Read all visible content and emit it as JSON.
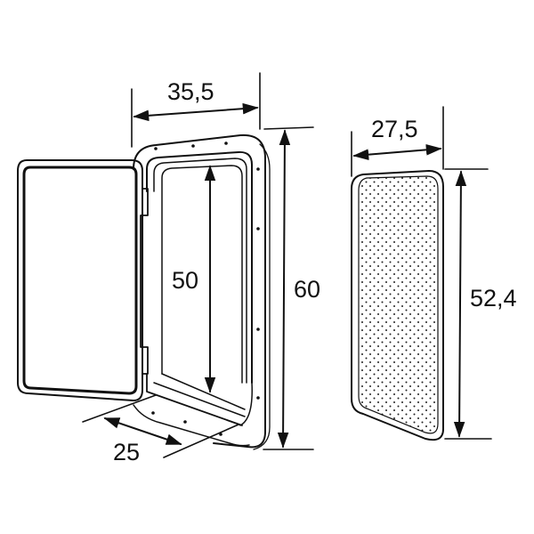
{
  "diagram": {
    "type": "technical-drawing",
    "subject": "hatch with hinged door and cover panel, dimensioned",
    "colors": {
      "line": "#111111",
      "background": "#ffffff"
    }
  },
  "dimensions": {
    "frame_width": {
      "label": "35,5"
    },
    "frame_height": {
      "label": "60"
    },
    "opening_height": {
      "label": "50"
    },
    "depth": {
      "label": "25"
    },
    "panel_width": {
      "label": "27,5"
    },
    "panel_height": {
      "label": "52,4"
    }
  }
}
